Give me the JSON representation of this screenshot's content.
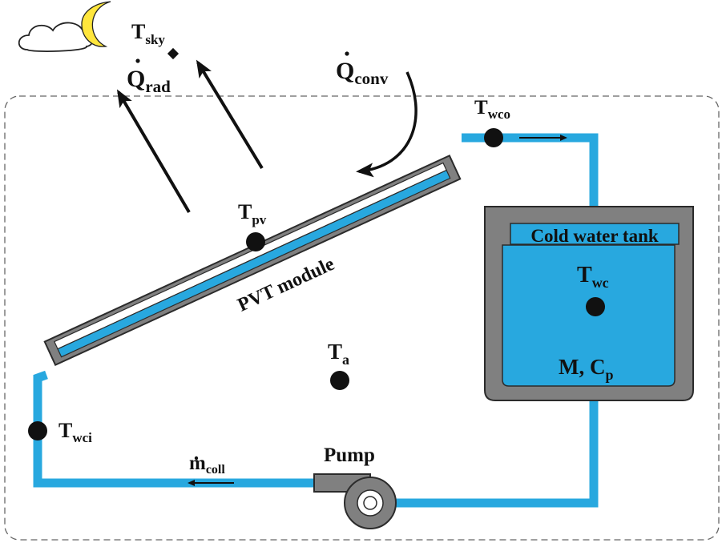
{
  "colors": {
    "water": "#28a8df",
    "frame": "#808080",
    "outline": "#2b2b2b",
    "moon": "#ffe63c",
    "boundary": "#666666"
  },
  "icons": [
    "cloud-icon",
    "moon-icon",
    "pump-icon"
  ],
  "labels": {
    "t_sky_main": "T",
    "t_sky_sub": "sky",
    "q_rad_main": "Q",
    "q_rad_sub": "rad",
    "q_conv_main": "Q",
    "q_conv_sub": "conv",
    "t_wco_main": "T",
    "t_wco_sub": "wco",
    "t_pv_main": "T",
    "t_pv_sub": "pv",
    "pvt_module": "PVT module",
    "tank_title": "Cold water tank",
    "t_wc_main": "T",
    "t_wc_sub": "wc",
    "m_cp_main": "M, C",
    "m_cp_sub": "p",
    "t_a_main": "T",
    "t_a_sub": "a",
    "t_wci_main": "T",
    "t_wci_sub": "wci",
    "pump": "Pump",
    "m_coll_main": "m",
    "m_coll_sub": "coll"
  }
}
